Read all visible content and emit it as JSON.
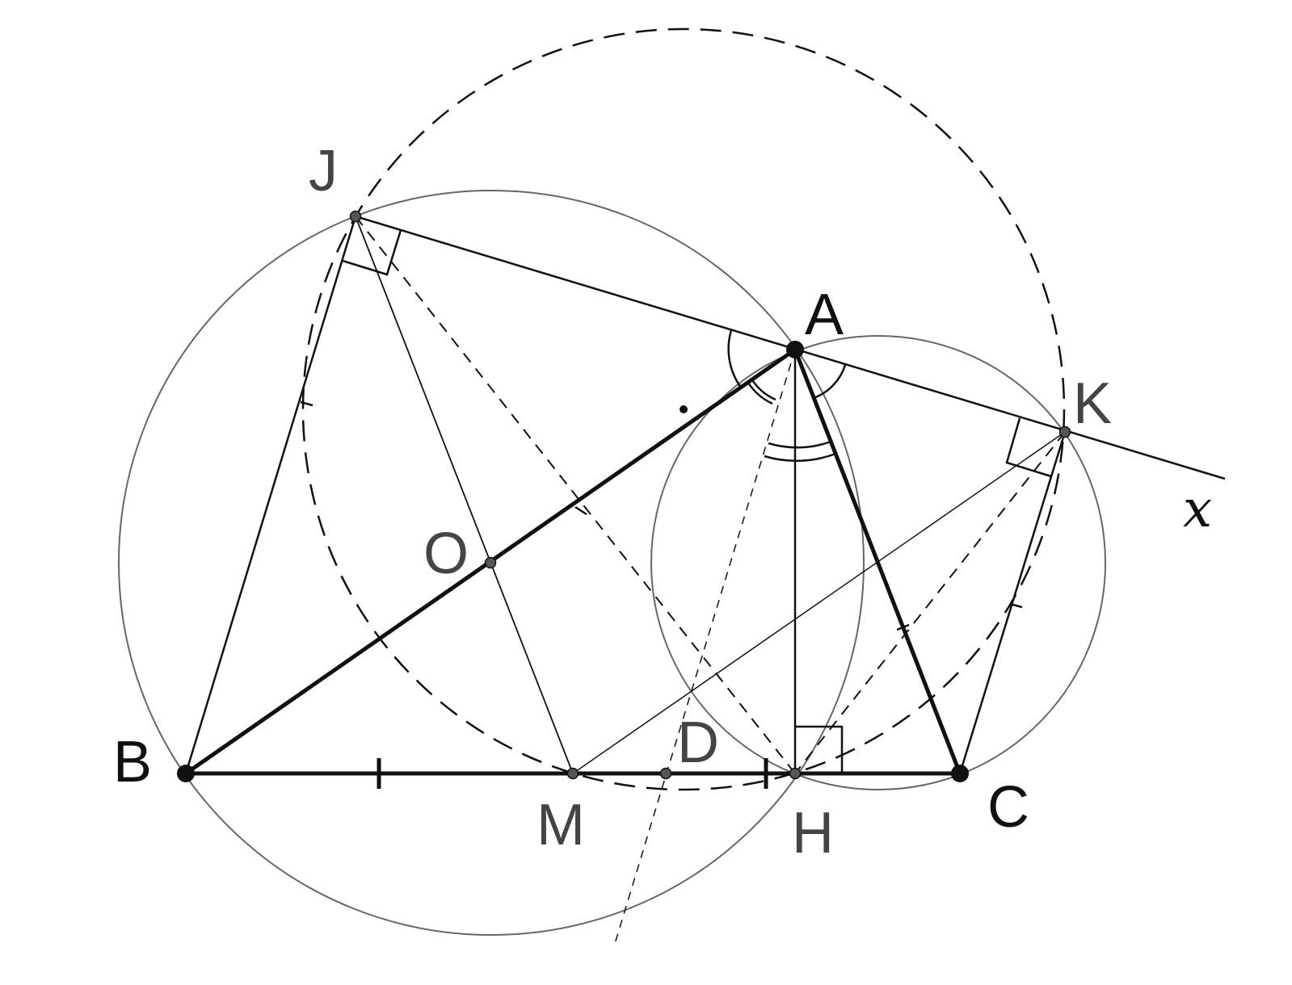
{
  "labels": {
    "J": "J",
    "A": "A",
    "K": "K",
    "x": "x",
    "O": "O",
    "B": "B",
    "D": "D",
    "M": "M",
    "H": "H",
    "C": "C"
  },
  "colors": {
    "ink": "#111111",
    "circle": "#666666",
    "label_gray": "#444444",
    "background": "#ffffff"
  }
}
